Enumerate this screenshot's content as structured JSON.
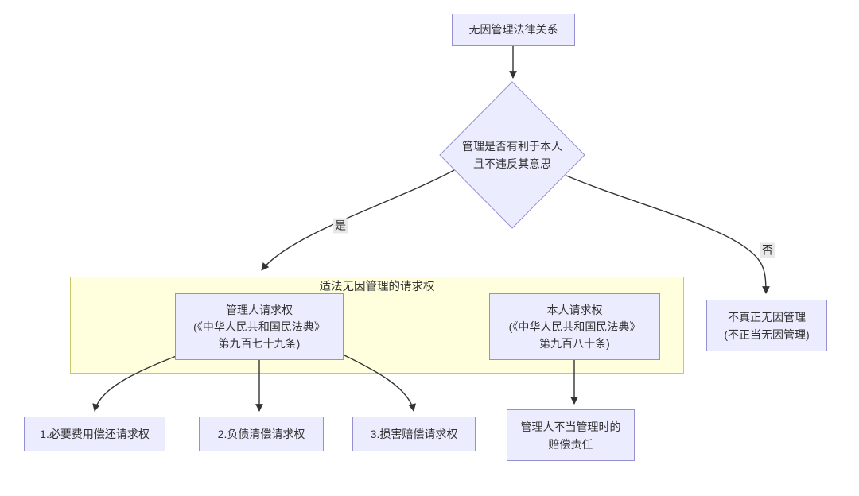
{
  "diagram": {
    "type": "flowchart",
    "background": "#ffffff",
    "colors": {
      "node_fill": "#ECECFF",
      "node_border": "#9370DB",
      "cluster_fill": "#FFFFDE",
      "cluster_border": "#AAAA33",
      "edge_line": "#333333",
      "edge_label_bg": "#E8E8E8",
      "text": "#333333"
    },
    "nodes": {
      "root": {
        "label": "无因管理法律关系"
      },
      "decision": {
        "line1": "管理是否有利于本人",
        "line2": "且不违反其意思"
      },
      "cluster": {
        "title": "适法无因管理的请求权"
      },
      "manager_claim": {
        "line1": "管理人请求权",
        "line2": "(《中华人民共和国民法典》",
        "line3": "第九百七十九条)"
      },
      "principal_claim": {
        "line1": "本人请求权",
        "line2": "(《中华人民共和国民法典》",
        "line3": "第九百八十条)"
      },
      "untrue_management": {
        "line1": "不真正无因管理",
        "line2": "(不正当无因管理)"
      },
      "claim_1": {
        "label": "1.必要费用偿还请求权"
      },
      "claim_2": {
        "label": "2.负债清偿请求权"
      },
      "claim_3": {
        "label": "3.损害赔偿请求权"
      },
      "liability": {
        "line1": "管理人不当管理时的",
        "line2": "赔偿责任"
      }
    },
    "edges": {
      "yes_label": "是",
      "no_label": "否",
      "connections": [
        {
          "from": "root",
          "to": "decision",
          "label": ""
        },
        {
          "from": "decision",
          "to": "cluster",
          "label": "是"
        },
        {
          "from": "decision",
          "to": "untrue_management",
          "label": "否"
        },
        {
          "from": "manager_claim",
          "to": "claim_1",
          "label": ""
        },
        {
          "from": "manager_claim",
          "to": "claim_2",
          "label": ""
        },
        {
          "from": "manager_claim",
          "to": "claim_3",
          "label": ""
        },
        {
          "from": "principal_claim",
          "to": "liability",
          "label": ""
        }
      ]
    }
  }
}
